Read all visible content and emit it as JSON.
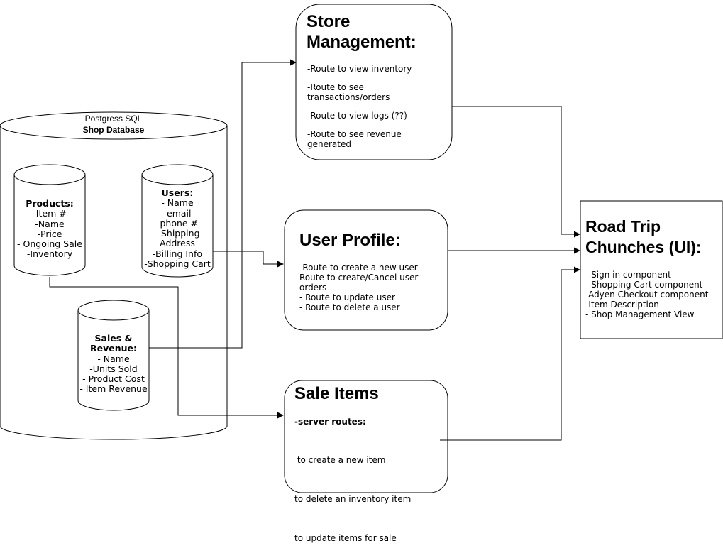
{
  "database": {
    "engine": "Postgress SQL",
    "name": "Shop Database"
  },
  "products": {
    "title": "Products:",
    "fields": [
      "-Item #",
      "-Name",
      "-Price",
      "- Ongoing Sale",
      "-Inventory"
    ]
  },
  "users": {
    "title": "Users:",
    "fields": [
      "- Name",
      "-email",
      "-phone #",
      "- Shipping",
      "Address",
      "-Billing Info",
      "-Shopping Cart"
    ]
  },
  "sales_revenue": {
    "title_line1": "Sales &",
    "title_line2": "Revenue:",
    "fields": [
      "- Name",
      "-Units Sold",
      "- Product Cost",
      "- Item Revenue"
    ]
  },
  "store_management": {
    "title_line1": "Store",
    "title_line2": "Management:",
    "routes": [
      "-Route to view inventory",
      "-Route to see",
      "transactions/orders",
      "-Route to view logs (??)",
      "-Route to see revenue",
      "generated"
    ]
  },
  "user_profile": {
    "title": "User Profile:",
    "routes": [
      "-Route to create a new user-",
      "Route to create/Cancel user",
      "orders",
      "- Route to update user",
      "- Route to delete a user"
    ]
  },
  "sale_items": {
    "title": "Sale Items",
    "subtitle": "-server routes:",
    "routes": [
      " to create a new item",
      "to delete an inventory item",
      "to update items for sale"
    ]
  },
  "ui": {
    "title_line1": "Road Trip",
    "title_line2": "Chunches (UI):",
    "components": [
      "- Sign in component",
      "- Shopping Cart component",
      "-Adyen Checkout component",
      "-Item Description",
      "- Shop Management View"
    ]
  }
}
